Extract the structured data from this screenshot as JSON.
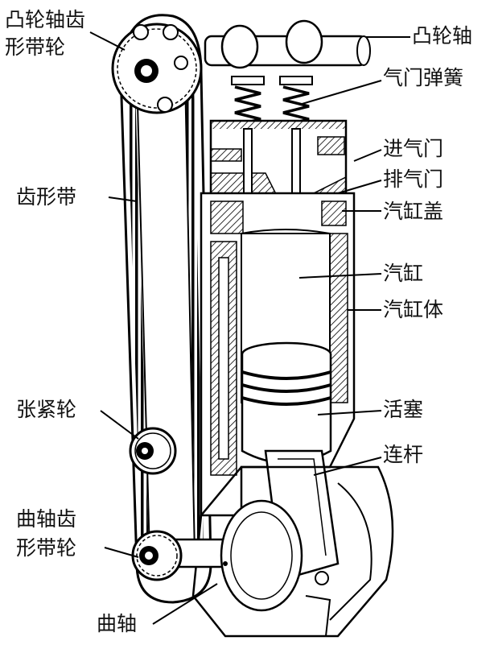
{
  "labels": {
    "camshaft_pulley_line1": "凸轮轴齿",
    "camshaft_pulley_line2": "形带轮",
    "camshaft": "凸轮轴",
    "valve_spring": "气门弹簧",
    "intake_valve": "进气门",
    "exhaust_valve": "排气门",
    "cylinder_head": "汽缸盖",
    "timing_belt": "齿形带",
    "cylinder": "汽缸",
    "cylinder_block": "汽缸体",
    "tensioner": "张紧轮",
    "piston": "活塞",
    "connecting_rod": "连杆",
    "crank_pulley_line1": "曲轴齿",
    "crank_pulley_line2": "形带轮",
    "crankshaft": "曲轴"
  }
}
